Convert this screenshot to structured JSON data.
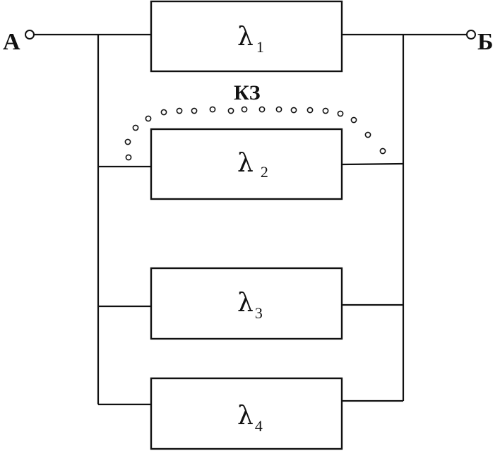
{
  "terminals": {
    "left": "А",
    "right": "Б"
  },
  "short_circuit": {
    "label": "КЗ"
  },
  "elements": [
    {
      "symbol": "λ",
      "index": "1"
    },
    {
      "symbol": "λ",
      "index": "2"
    },
    {
      "symbol": "λ",
      "index": "3"
    },
    {
      "symbol": "λ",
      "index": "4"
    }
  ]
}
